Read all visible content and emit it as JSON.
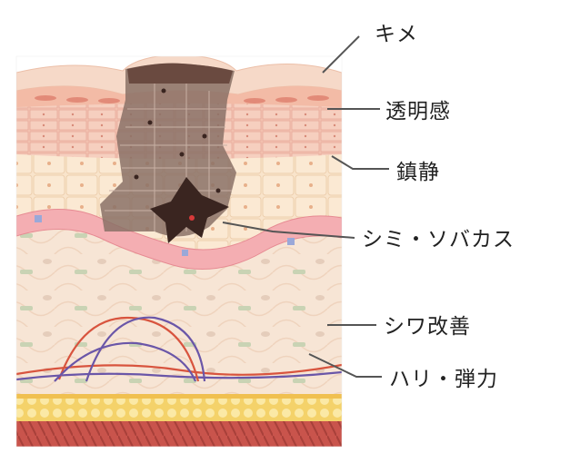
{
  "labels": {
    "kime": "キメ",
    "toumeikan": "透明感",
    "chinsei": "鎮静",
    "shimi": "シミ・ソバカス",
    "shiwa": "シワ改善",
    "hari": "ハリ・弾力"
  },
  "colors": {
    "skin_top": "#f6d9c8",
    "stratum": "#f2b4a4",
    "melanin": "#7a6158",
    "pigment_dark": "#3a2520",
    "epidermis_cells": "#f8e2c8",
    "basal": "#f2a3a8",
    "dermis": "#f6e3d2",
    "collagen_red": "#d8543e",
    "elastin_purple": "#6a56a8",
    "fat_yellow": "#f8d870",
    "muscle": "#c4504a",
    "leader_line": "#555555"
  }
}
